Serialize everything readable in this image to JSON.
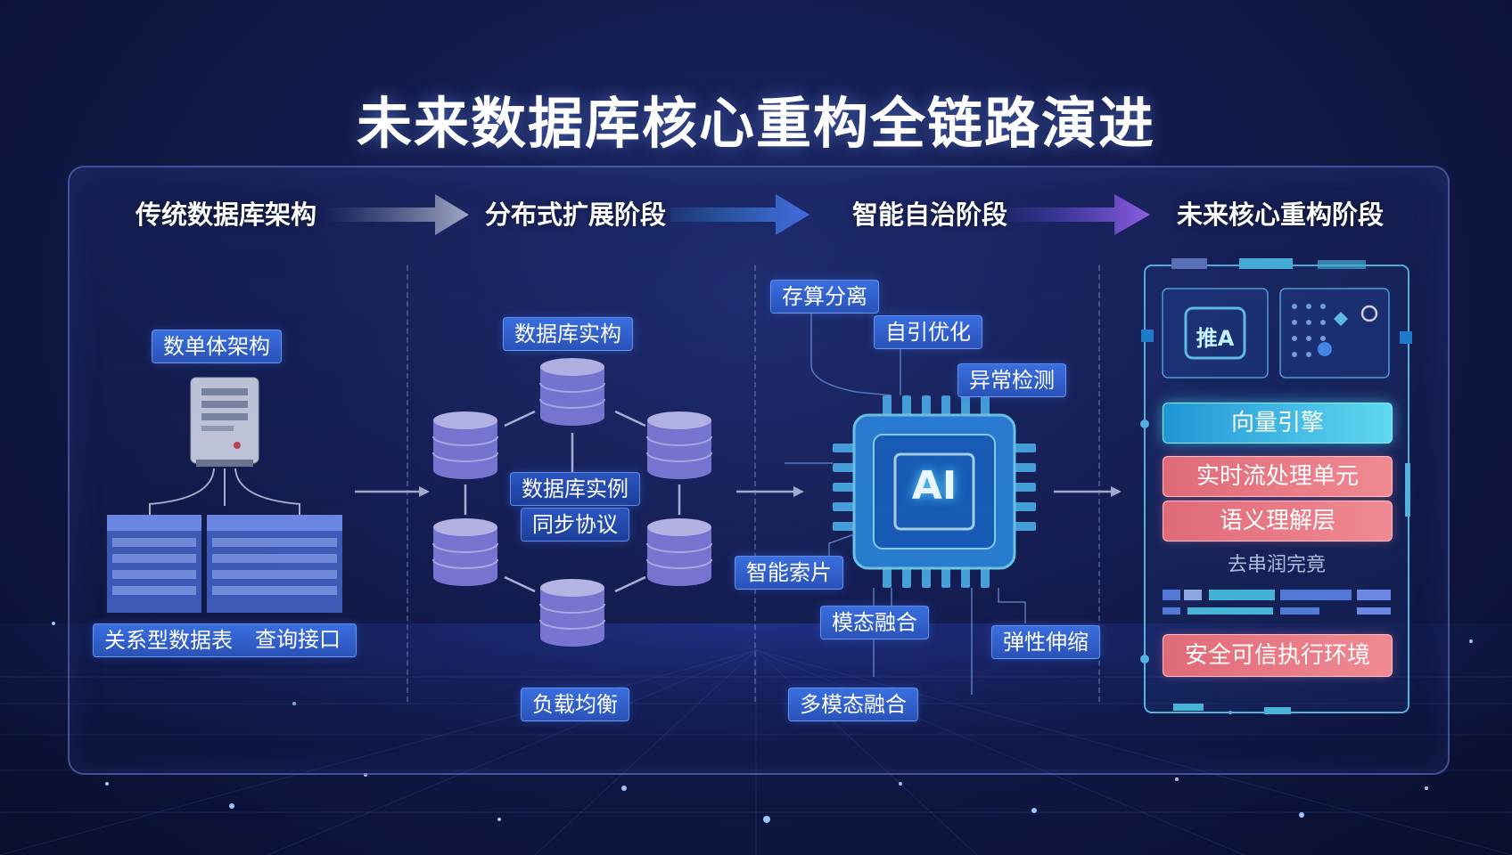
{
  "title": "未来数据库核心重构全链路演进",
  "stages": [
    {
      "label": "传统数据库架构"
    },
    {
      "label": "分布式扩展阶段"
    },
    {
      "label": "智能自治阶段"
    },
    {
      "label": "未来核心重构阶段"
    }
  ],
  "stage1": {
    "tag_top": "数单体架构",
    "tag_bottom_left": "关系型数据表",
    "tag_bottom_right": "查询接口"
  },
  "stage2": {
    "tag_top": "数据库实构",
    "tag_center_1": "数据库实例",
    "tag_center_2": "同步协议",
    "tag_bottom": "负载均衡"
  },
  "stage3": {
    "chip_label": "AI",
    "tags": {
      "storage_compute": "存算分离",
      "self_optimize": "自引优化",
      "anomaly": "异常检测",
      "smart_index": "智能索片",
      "modal_fusion": "模态融合",
      "elastic": "弹性伸缩",
      "multimodal": "多模态融合"
    }
  },
  "stage4": {
    "module_label": "推A",
    "bars": [
      {
        "label": "向量引擎",
        "style": "cyan"
      },
      {
        "label": "实时流处理单元",
        "style": "red"
      },
      {
        "label": "语义理解层",
        "style": "red"
      }
    ],
    "faint_label": "去串润完竟",
    "bottom_bar": "安全可信执行环境"
  },
  "colors": {
    "background": "#121a4a",
    "tag_blue": "#2f5fcc",
    "cyan": "#5fd8f0",
    "coral": "#e87a86",
    "arrow_gray": "#9aa0b4",
    "arrow_blue": "#3ab0ff",
    "arrow_purple": "#a060f0"
  }
}
